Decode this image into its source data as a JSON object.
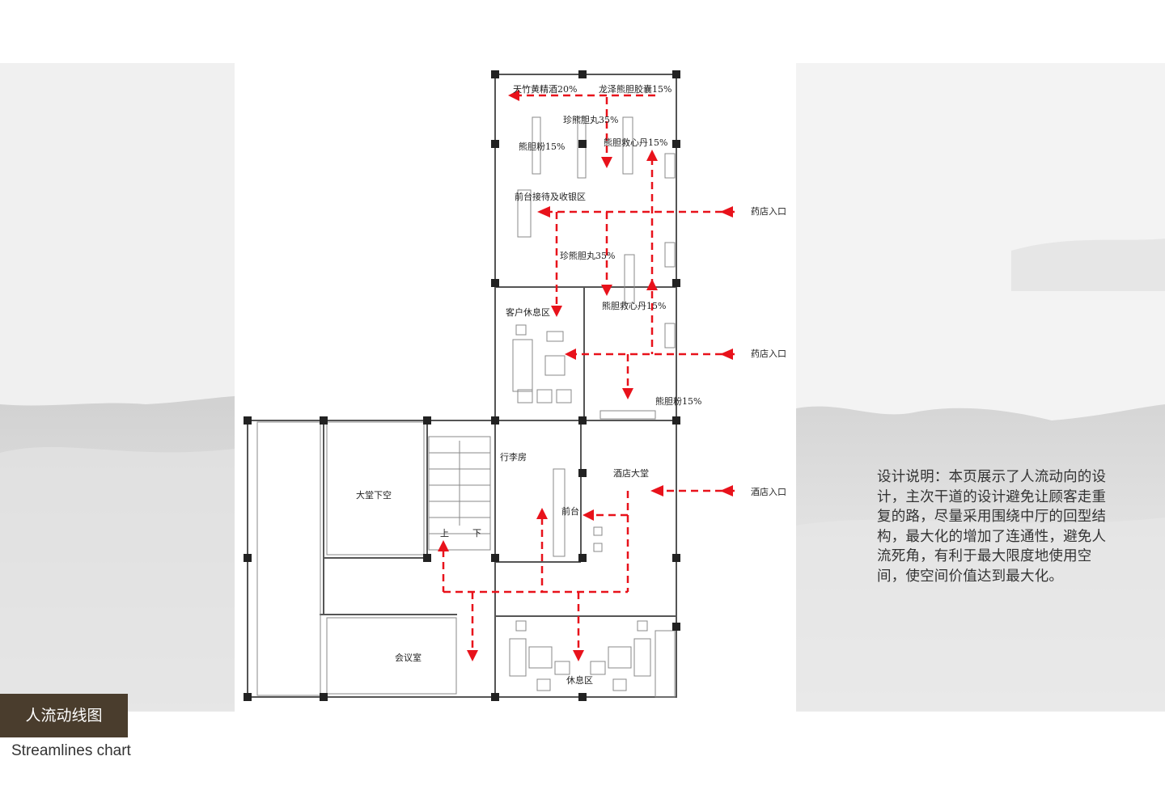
{
  "title_cn": "人流动线图",
  "title_en": "Streamlines chart",
  "description": "设计说明：本页展示了人流动向的设计，主次干道的设计避免让顾客走重复的路，尽量采用围绕中厅的回型结构，最大化的增加了连通性，避免人流死角，有利于最大限度地使用空间，使空间价值达到最大化。",
  "accent_color": "#e8121b",
  "tag_color": "#4a3d2d",
  "labels": {
    "tianzhu": "天竹黄精酒20%",
    "longze": "龙泽熊胆胶囊15%",
    "zhenxiong1": "珍熊胆丸35%",
    "xiongdanfen1": "熊胆粉15%",
    "xiongdan_jiu1": "熊胆救心丹15%",
    "qiantai_reception": "前台接待及收银区",
    "zhenxiong2": "珍熊胆丸35%",
    "xiongdan_jiu2": "熊胆救心丹15%",
    "kehu": "客户休息区",
    "xiongdanfen2": "熊胆粉15%",
    "entrance_pharmacy1": "药店入口",
    "entrance_pharmacy2": "药店入口",
    "entrance_hotel": "酒店入口",
    "xingli": "行李房",
    "jiudian_lobby": "酒店大堂",
    "qiantai": "前台",
    "datang_xiakong": "大堂下空",
    "shang": "上",
    "xia": "下",
    "huiyi": "会议室",
    "xiuxi": "休息区"
  }
}
